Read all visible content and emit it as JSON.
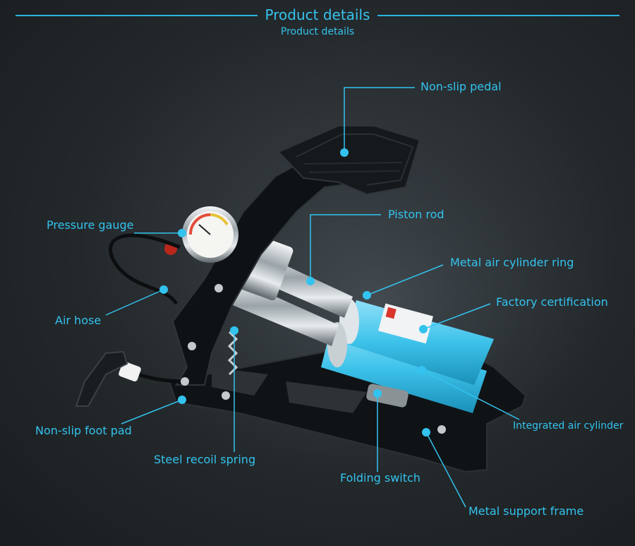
{
  "header": {
    "title": "Product details",
    "subtitle": "Product details"
  },
  "labels": {
    "non_slip_pedal": "Non-slip pedal",
    "piston_rod": "Piston rod",
    "pressure_gauge": "Pressure gauge",
    "metal_air_cylinder_ring": "Metal air cylinder ring",
    "factory_certification": "Factory certification",
    "air_hose": "Air hose",
    "integrated_air_cylinder": "Integrated air cylinder",
    "non_slip_foot_pad": "Non-slip foot pad",
    "steel_recoil_spring": "Steel recoil spring",
    "folding_switch": "Folding switch",
    "metal_support_frame": "Metal support frame"
  },
  "colors": {
    "accent": "#33c3ee",
    "cylinder": "#3cc2ea",
    "frame": "#111416",
    "background": "#23282b"
  }
}
